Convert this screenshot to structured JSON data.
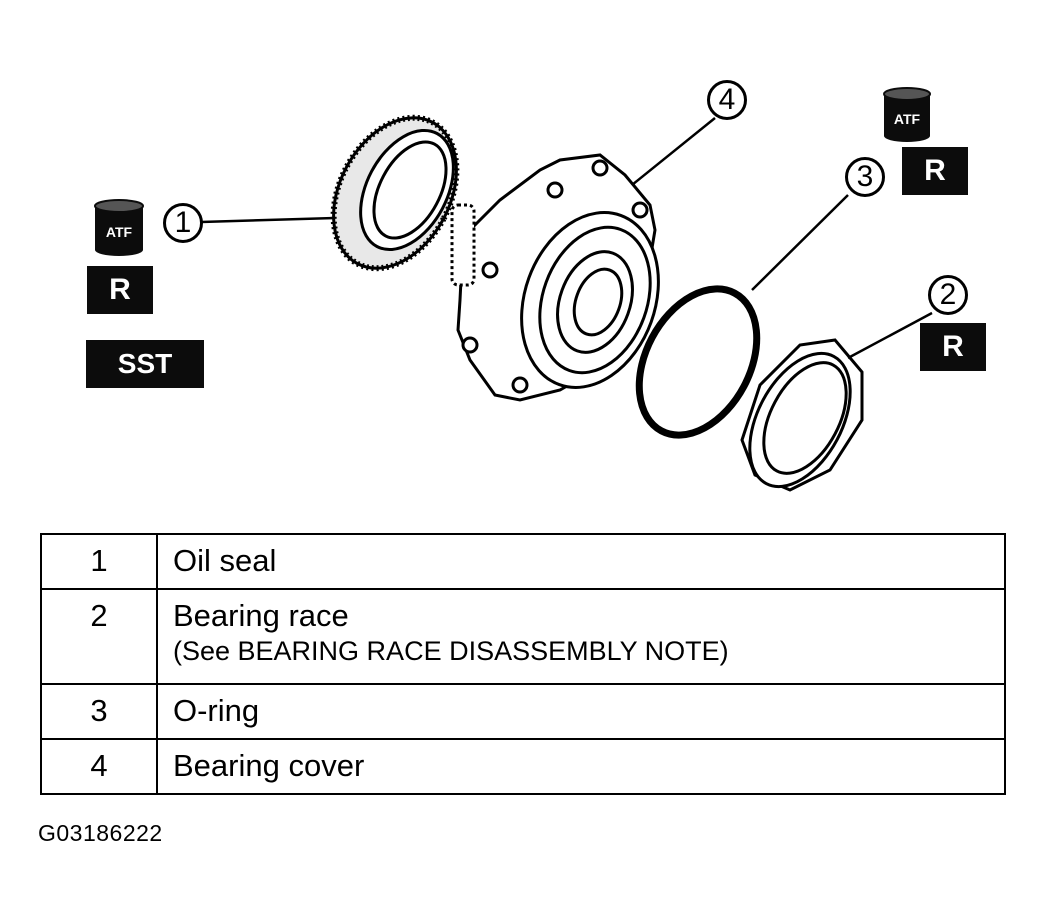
{
  "diagram": {
    "callouts": [
      "1",
      "2",
      "3",
      "4"
    ],
    "badges": {
      "atf_label": "ATF",
      "replace_label": "R",
      "sst_label": "SST"
    },
    "colors": {
      "ink": "#0c0c0c",
      "paper": "#ffffff"
    }
  },
  "parts_table": {
    "rows": [
      {
        "number": "1",
        "name": "Oil seal",
        "note": ""
      },
      {
        "number": "2",
        "name": "Bearing race",
        "note": "(See BEARING RACE DISASSEMBLY NOTE)"
      },
      {
        "number": "3",
        "name": "O-ring",
        "note": ""
      },
      {
        "number": "4",
        "name": "Bearing cover",
        "note": ""
      }
    ]
  },
  "figure_id": "G03186222"
}
